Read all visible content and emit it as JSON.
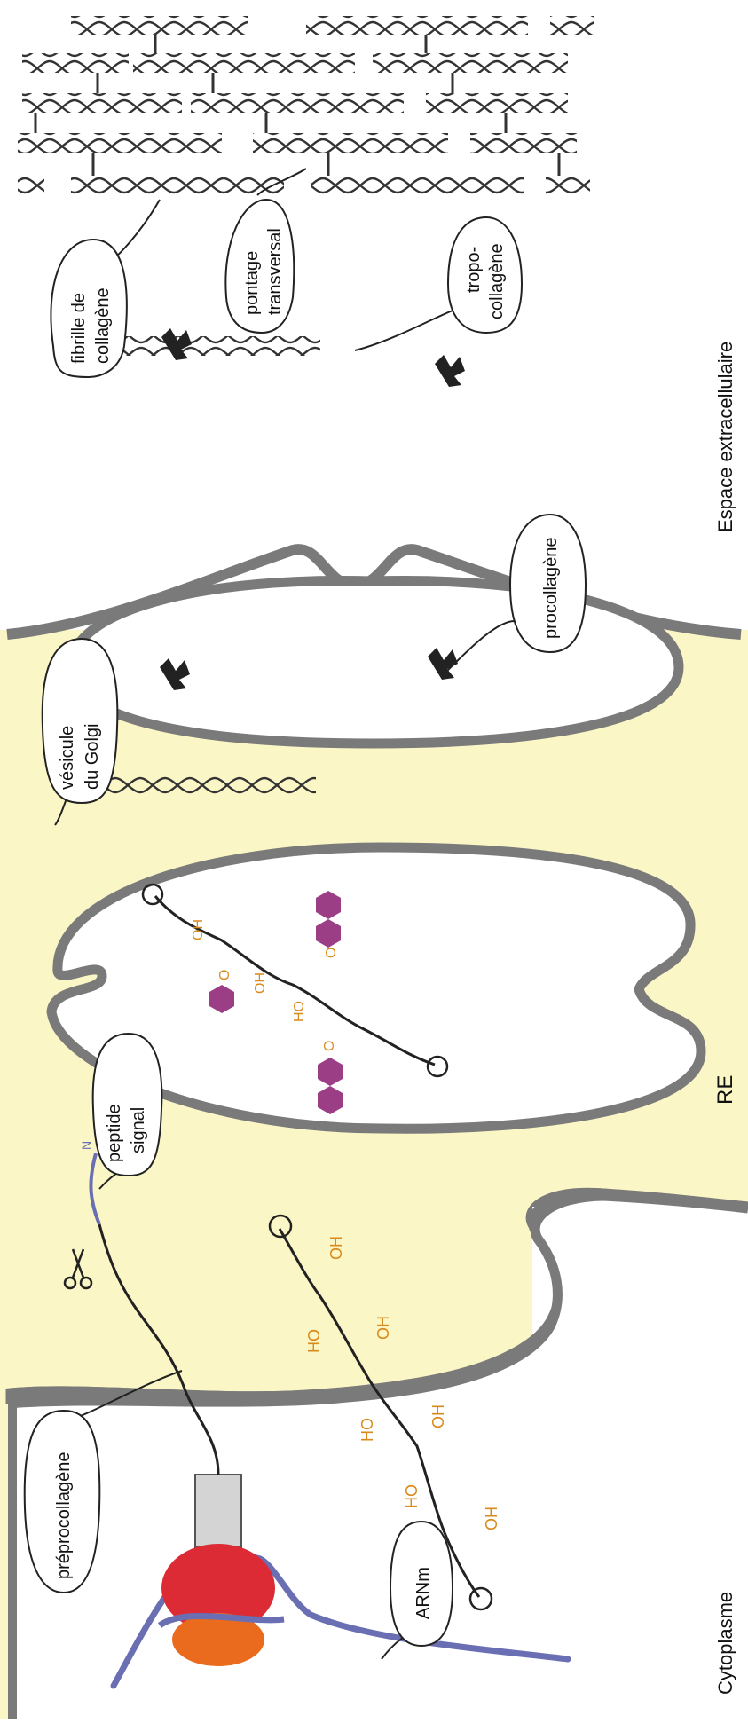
{
  "figure": {
    "regions": {
      "cytoplasm": "Cytoplasme",
      "er": "RE",
      "extracellular": "Espace extracellulaire"
    },
    "callouts": {
      "preprocollagen": "préprocollagène",
      "mrna": "ARNm",
      "signal_peptide_1": "peptide",
      "signal_peptide_2": "signal",
      "golgi_vesicle_1": "vésicule",
      "golgi_vesicle_2": "du Golgi",
      "procollagen": "procollagène",
      "tropocollagen_1": "tropo-",
      "tropocollagen_2": "collagène",
      "crosslink_1": "pontage",
      "crosslink_2": "transversal",
      "fibril_1": "fibrille de",
      "fibril_2": "collagène"
    },
    "chem": {
      "n_terminus": "N",
      "hydroxyl": "OH",
      "hydroxyl_rev": "HO",
      "oxygen": "O"
    },
    "colors": {
      "cytoplasm_fill": "#fbf6c6",
      "membrane": "#7a7a7a",
      "lumen": "#ffffff",
      "ribosome_large": "#dc2b35",
      "ribosome_small": "#ea6b1d",
      "mrna": "#6a6fb3",
      "translocon": "#d4d4d4",
      "hydroxyl_text": "#d98a1c",
      "sugar": "#9c3e86",
      "chain": "#222222"
    }
  }
}
